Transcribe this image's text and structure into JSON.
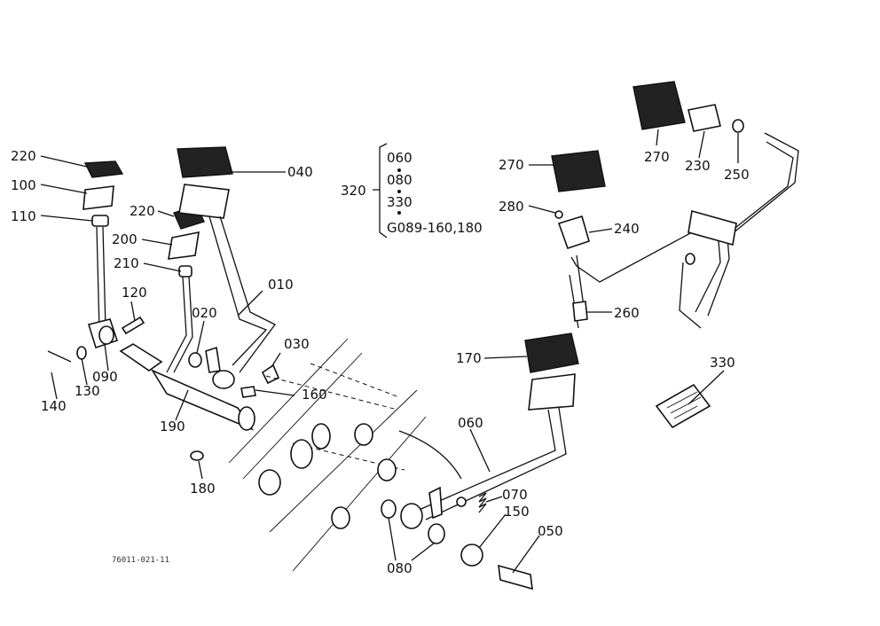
{
  "callouts": {
    "c220a": "220",
    "c100": "100",
    "c110": "110",
    "c040": "040",
    "c220b": "220",
    "c200": "200",
    "c210": "210",
    "c010": "010",
    "c120": "120",
    "c020": "020",
    "c030": "030",
    "c160": "160",
    "c090": "090",
    "c130": "130",
    "c140": "140",
    "c190": "190",
    "c180": "180",
    "c270a": "270",
    "c230": "230",
    "c250": "250",
    "c270b": "270",
    "c280": "280",
    "c240": "240",
    "c260": "260",
    "c170": "170",
    "c060": "060",
    "c330": "330",
    "c070": "070",
    "c150": "150",
    "c050": "050",
    "c080": "080",
    "c320": "320"
  },
  "group320": {
    "item1": "060",
    "item2": "080",
    "item3": "330",
    "item4": "G089-160,180"
  },
  "drawing_code": "76011-021-11"
}
